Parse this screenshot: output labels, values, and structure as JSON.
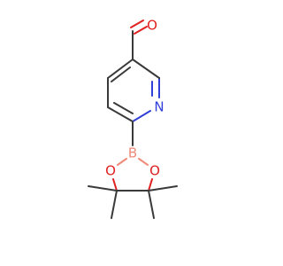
{
  "molecule": {
    "atoms": {
      "aldehyde_oxygen": "O",
      "ring_nitrogen": "N",
      "boron": "B",
      "ester_oxygen_left": "O",
      "ester_oxygen_right": "O"
    },
    "colors": {
      "bond": "#3a3a3a",
      "oxygen": "#e0201f",
      "nitrogen": "#2f3fd8",
      "boron": "#f08a7a"
    }
  }
}
